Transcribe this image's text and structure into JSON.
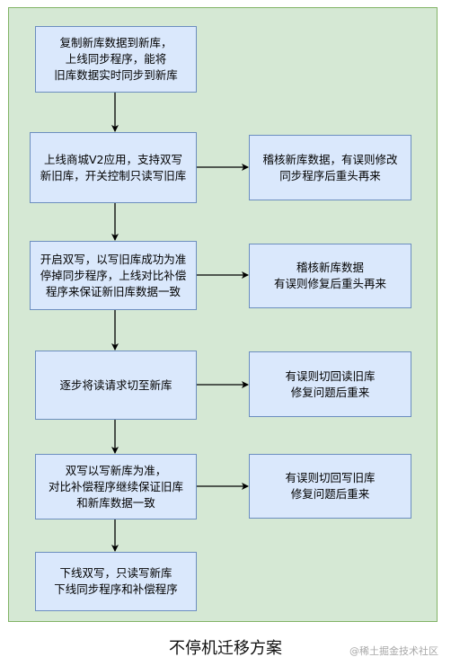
{
  "steps": [
    {
      "text": "复制新库数据到新库，\n上线同步程序，能将\n旧库数据实时同步到新库"
    },
    {
      "text": "上线商城V2应用，支持双写\n新旧库，开关控制只读写旧库"
    },
    {
      "text": "开启双写，以写旧库成功为准\n停掉同步程序，上线对比补偿\n程序来保证新旧库数据一致"
    },
    {
      "text": "逐步将读请求切至新库"
    },
    {
      "text": "双写以写新库为准，\n对比补偿程序继续保证旧库\n和新库数据一致"
    },
    {
      "text": "下线双写，只读写新库\n下线同步程序和补偿程序"
    }
  ],
  "side_notes": [
    {
      "text": "稽核新库数据，有误则修改\n同步程序后重头再来"
    },
    {
      "text": "稽核新库数据\n有误则修复后重头再来"
    },
    {
      "text": "有误则切回读旧库\n修复问题后重来"
    },
    {
      "text": "有误则切回写旧库\n修复问题后重来"
    }
  ],
  "caption": "不停机迁移方案",
  "watermark": "@稀土掘金技术社区",
  "colors": {
    "panel_fill": "#d5e8d4",
    "panel_border": "#82b366",
    "box_fill": "#dae8fc",
    "box_border": "#6c8ebf",
    "arrow": "#000000"
  }
}
